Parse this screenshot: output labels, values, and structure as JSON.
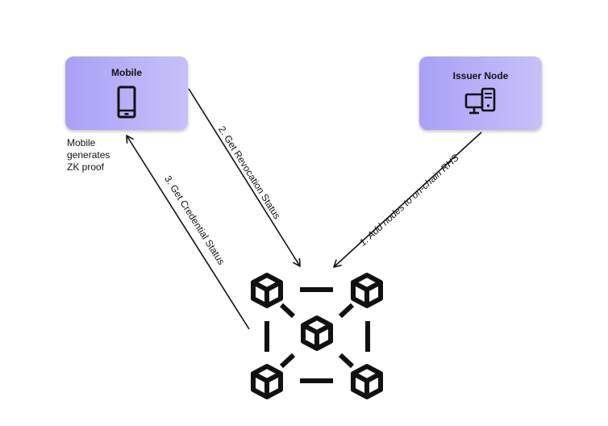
{
  "nodes": {
    "mobile": {
      "title": "Mobile",
      "icon": "smartphone-icon"
    },
    "issuer": {
      "title": "Issuer Node",
      "icon": "desktop-computer-icon"
    },
    "blockchain": {
      "icon": "blockchain-network-icon"
    }
  },
  "mobile_note": {
    "line1": "Mobile",
    "line2": "generates",
    "line3": "ZK proof"
  },
  "edges": {
    "add_nodes": "1. Add nodes to on-chain RHS",
    "revocation": "2. Get Revocation Status",
    "credential": "3. Get Credential Status"
  },
  "colors": {
    "node_gradient_start": "#a9a0f6",
    "node_gradient_end": "#c6c1f8",
    "ink": "#111111"
  }
}
